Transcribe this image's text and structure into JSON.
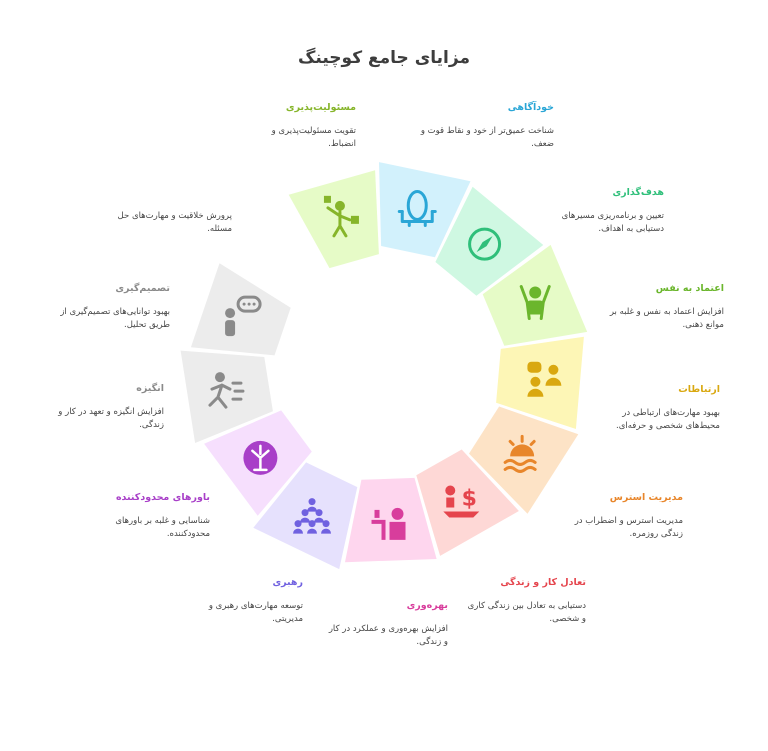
{
  "title": "مزایای جامع کوچینگ",
  "segments": [
    {
      "key": "self-awareness",
      "title": "خودآگاهی",
      "desc": "شناخت عمیق‌تر از خود و نقاط قوت و ضعف.",
      "color": "#2aa6d6",
      "fill": "#d2f1fc",
      "icon": "mirror-icon"
    },
    {
      "key": "goal-setting",
      "title": "هدف‌گذاری",
      "desc": "تعیین و برنامه‌ریزی مسیرهای دستیابی به اهداف.",
      "color": "#2fbf7a",
      "fill": "#cff8e2",
      "icon": "compass-icon"
    },
    {
      "key": "self-confidence",
      "title": "اعتماد به نفس",
      "desc": "افزایش اعتماد به نفس و غلبه بر موانع ذهنی.",
      "color": "#6bb62d",
      "fill": "#e6fbc7",
      "icon": "cheering-person-icon"
    },
    {
      "key": "communication",
      "title": "ارتباطات",
      "desc": "بهبود مهارت‌های ارتباطی در محیط‌های شخصی و حرفه‌ای.",
      "color": "#d9a810",
      "fill": "#fdf6b6",
      "icon": "chat-people-icon"
    },
    {
      "key": "stress-management",
      "title": "مدیریت استرس",
      "desc": "مدیریت استرس و اضطراب در زندگی روزمره.",
      "color": "#e8862b",
      "fill": "#fde3c6",
      "icon": "calm-sun-icon"
    },
    {
      "key": "work-life-balance",
      "title": "تعادل کار و زندگی",
      "desc": "دستیابی به تعادل بین زندگی کاری و شخصی.",
      "color": "#e5454d",
      "fill": "#fed8d6",
      "icon": "balance-icon"
    },
    {
      "key": "productivity",
      "title": "بهره‌وری",
      "desc": "افزایش بهره‌وری و عملکرد در کار و زندگی.",
      "color": "#d83d9c",
      "fill": "#fed6ee",
      "icon": "desk-worker-icon"
    },
    {
      "key": "leadership",
      "title": "رهبری",
      "desc": "توسعه مهارت‌های رهبری و مدیریتی.",
      "color": "#7061e0",
      "fill": "#e6e1fd",
      "icon": "team-pyramid-icon"
    },
    {
      "key": "limiting-beliefs",
      "title": "باورهای محدودکننده",
      "desc": "شناسایی و غلبه بر باورهای محدودکننده.",
      "color": "#a83fc8",
      "fill": "#f6dffd",
      "icon": "tree-badge-icon"
    },
    {
      "key": "motivation",
      "title": "انگیزه",
      "desc": "افزایش انگیزه و تعهد در کار و زندگی.",
      "color": "#8a8a8a",
      "fill": "#ececec",
      "icon": "running-person-icon"
    },
    {
      "key": "decision-making",
      "title": "تصمیم‌گیری",
      "desc": "بهبود توانایی‌های تصمیم‌گیری از طریق تحلیل.",
      "color": "#8a8a8a",
      "fill": "#ececec",
      "icon": "thinking-person-icon"
    },
    {
      "key": "creativity",
      "title": "",
      "desc": "پرورش خلاقیت و مهارت‌های حل مسئله.",
      "color": "#8a8a8a",
      "fill": "#ffffff",
      "icon": ""
    },
    {
      "key": "responsibility",
      "title": "مسئولیت‌پذیری",
      "desc": "تقویت مسئولیت‌پذیری و انضباط.",
      "color": "#86b52a",
      "fill": "#e6fbc7",
      "icon": "person-presenting-icon"
    }
  ]
}
